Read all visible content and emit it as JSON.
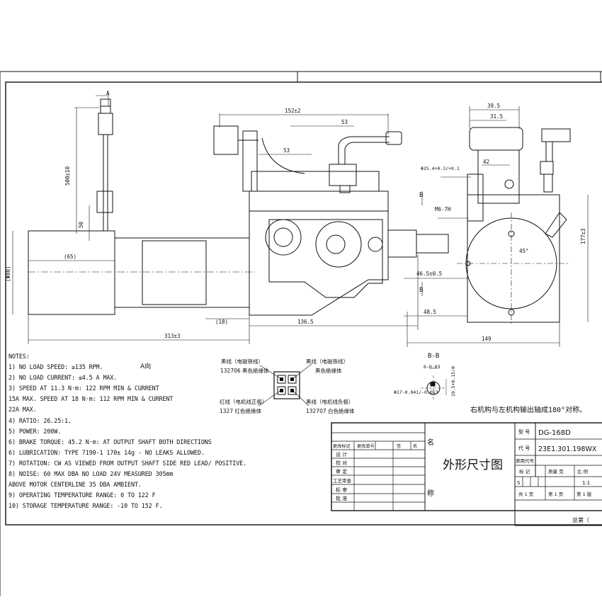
{
  "views": {
    "view_arrow_label": "A",
    "side": {
      "dim_500": "500±10",
      "dim_50": "50",
      "dim_65": "(65)",
      "dim_phi80": "(Φ80)",
      "dim_18": "(18)",
      "dim_136": "136.5",
      "dim_313": "313±3"
    },
    "top": {
      "dim_152": "152±2",
      "dim_53a": "53",
      "dim_53b": "53"
    },
    "front": {
      "dim_39_5": "39.5",
      "dim_31_5": "31.5",
      "dim_42": "42",
      "dim_phi25": "Φ25.4+0.3/+0.1",
      "dim_m6": "M6-7H",
      "dim_177": "177±3",
      "dim_45deg": "45°",
      "dim_46_5": "46.5±0.5",
      "dim_48_5": "48.5",
      "dim_149": "149",
      "section_mark": "B"
    }
  },
  "notes": {
    "heading": "NOTES:",
    "lines": [
      "1) NO LOAD SPEED: ≥135 RPM.",
      "2) NO LOAD CURRENT: ≤4.5 A MAX.",
      "3) SPEED AT 11.3 N·m: 122 RPM MIN & CURRENT",
      "15A MAX. SPEED AT 18 N·m: 112 RPM MIN & CURRENT",
      "22A MAX.",
      "4) RATIO: 26.25:1.",
      "5) POWER: 200W.",
      "6) BRAKE TORQUE: 45.2 N·m: AT OUTPUT SHAFT BOTH DIRECTIONS",
      "6) LUBRICATION: TYPE 7190-1 170± 14g - NO LEAKS ALLOWED.",
      "7) ROTATION: CW AS VIEWED FROM OUTPUT SHAFT SIDE RED LEAD/ POSITIVE.",
      "8) NOISE: 60 MAX DBA NO LOAD 24V MEASURED 305mm",
      "ABOVE MOTOR CENTERLINE 35 DBA AMBIENT.",
      "9) OPERATING TEMPERATURE RANGE: 0 TO 122 F",
      "10) STORAGE TEMPERATURE RANGE: -10 TO 152 F."
    ]
  },
  "connector": {
    "view_title": "A向",
    "black_brake_title": "黑线（电磁铁线）",
    "black_brake_part": "132706 黑色绝缘体",
    "black_brake_title_2": "黑线（电磁铁线）",
    "black_brake_part_2": "黑色绝缘体",
    "red_title": "红线（电机线正极）",
    "red_part": "1327 红色绝缘体",
    "black_neg_title": "黑线（电机线负极）",
    "black_neg_part": "132707 白色绝缘体"
  },
  "section_bb": {
    "title": "B-B",
    "dim_6": "6-0.03",
    "dim_phi17": "Φ17-0.041/-0.053",
    "dim_19_5": "19.5+0.15/0"
  },
  "symmetry_note": "右机构与左机构输出轴成180°对称。",
  "title_block": {
    "drawing_title": "外形尺寸图",
    "name_label": "名",
    "name_label_2": "称",
    "revision_headers": [
      "更改标记",
      "更改单号",
      "签",
      "名"
    ],
    "sign_rows": [
      "设 计",
      "校 对",
      "审 定",
      "工艺审查",
      "标 审",
      "批 准"
    ],
    "model_label": "型 号",
    "model_value": "DG-168D",
    "code_label": "代 号",
    "code_value": "23E1.301.198WX",
    "used_code_label": "原用代号",
    "col_mark": "标 记",
    "col_weight": "质量 克",
    "col_ratio": "比 例",
    "mark_value": "S",
    "ratio_value": "1:1",
    "sheets_total": "共 1 页",
    "sheet_no": "第 1 页",
    "version": "第 1 版",
    "total_label": "总第（"
  },
  "colors": {
    "line": "#111111",
    "paper": "#ffffff"
  }
}
